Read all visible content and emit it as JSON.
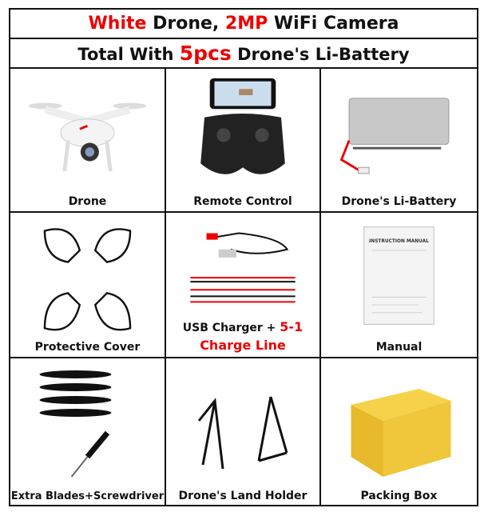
{
  "header": {
    "line1": {
      "white": "White",
      "drone": " Drone, ",
      "mp": "2MP",
      "camera": " WiFi Camera"
    },
    "line2": {
      "total": "Total With ",
      "count": "5pcs",
      "battery": " Drone's Li-Battery"
    }
  },
  "items": [
    {
      "label": "Drone",
      "icon": "drone-icon"
    },
    {
      "label": "Remote Control",
      "icon": "remote-control-icon"
    },
    {
      "label": "Drone's  Li-Battery",
      "icon": "battery-icon"
    },
    {
      "label": "Protective Cover",
      "icon": "propeller-guard-icon"
    },
    {
      "label": "USB Charger + ",
      "label_red": "5-1",
      "label2": "Charge Line",
      "icon": "usb-charger-icon"
    },
    {
      "label": "Manual",
      "icon": "manual-icon",
      "manual_title": "INSTRUCTION MANUAL"
    },
    {
      "label": "Extra Blades+Screwdriver",
      "icon": "blades-screwdriver-icon"
    },
    {
      "label": "Drone's Land Holder",
      "icon": "landing-gear-icon"
    },
    {
      "label": "Packing Box",
      "icon": "box-icon"
    }
  ],
  "colors": {
    "accent": "#e00000",
    "text": "#111111",
    "border": "#111111"
  }
}
